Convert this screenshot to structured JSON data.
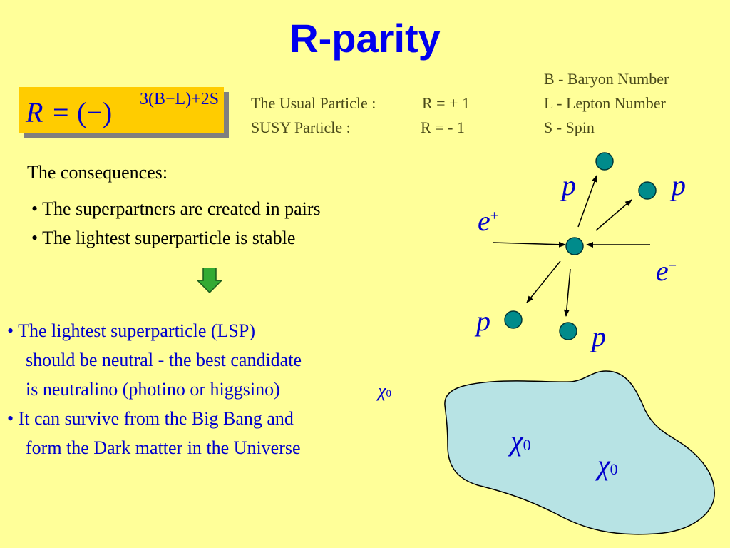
{
  "title": "R-parity",
  "formula": {
    "lhs": "R",
    "equals": "=",
    "base": "(−)",
    "exponent": "3(B−L)+2S"
  },
  "definitions": [
    "B - Baryon Number",
    "L - Lepton Number",
    "S - Spin"
  ],
  "particles": {
    "usual_label": "The Usual Particle :",
    "usual_value": "R = + 1",
    "susy_label": "SUSY Particle :",
    "susy_value": "R =  - 1"
  },
  "consequences": {
    "heading": "The consequences:",
    "bullets": [
      "• The superpartners are created in pairs",
      "• The lightest superparticle is stable"
    ]
  },
  "lsp": {
    "line1": "• The lightest superparticle (LSP)",
    "line2": "should be neutral - the best candidate",
    "line3": "is neutralino  (photino or higgsino)",
    "line4": "• It can survive from the Big Bang  and",
    "line5": "form the Dark matter  in the Universe"
  },
  "symbols": {
    "chi": "χ",
    "zero": "0"
  },
  "diagram": {
    "p": "p",
    "e": "e",
    "e_plus_sup": "+",
    "e_minus_sup": "−"
  },
  "colors": {
    "background": "#ffff99",
    "title": "#0000ee",
    "formula_box": "#ffcc00",
    "particle": "#008b8b",
    "cloud": "#b7e3e4",
    "arrow_down": "#33aa33"
  }
}
